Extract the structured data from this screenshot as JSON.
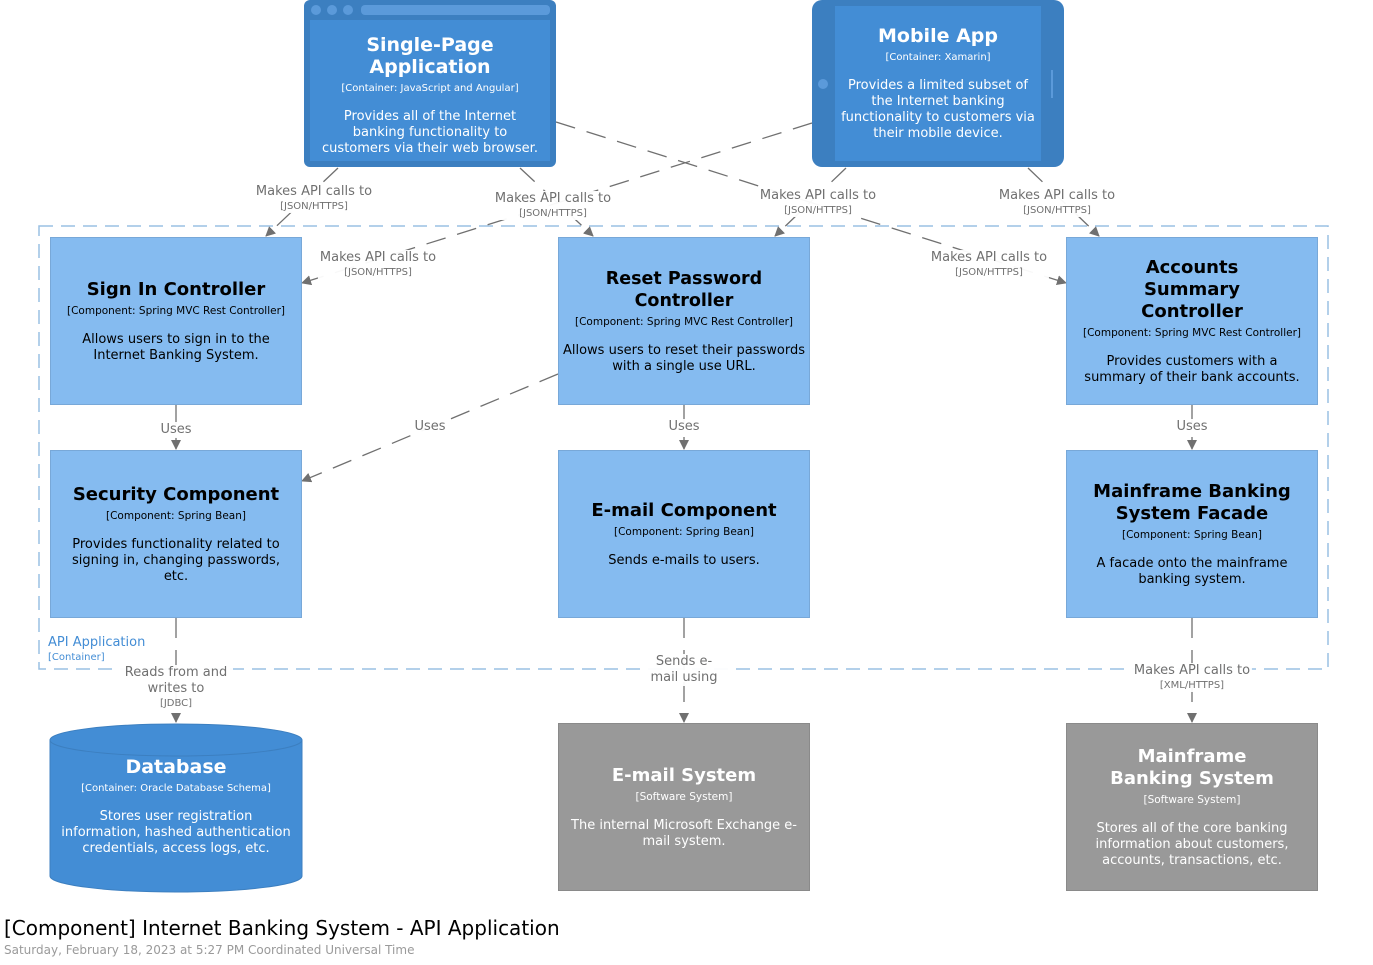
{
  "diagram": {
    "title": "[Component] Internet Banking System - API Application",
    "timestamp": "Saturday, February 18, 2023 at 5:27 PM Coordinated Universal Time",
    "boundary": {
      "name": "API Application",
      "kind": "[Container]"
    }
  },
  "colors": {
    "component_fill": "#85bbf0",
    "container_fill": "#438dd5",
    "external_fill": "#999999",
    "boundary_stroke": "#9ac0e3",
    "relationship": "#707070"
  },
  "elements": {
    "spa": {
      "name": "Single-Page Application",
      "tech": "[Container: JavaScript and Angular]",
      "desc": "Provides all of the Internet banking functionality to customers via their web browser."
    },
    "mobile": {
      "name": "Mobile App",
      "tech": "[Container: Xamarin]",
      "desc": "Provides a limited subset of the Internet banking functionality to customers via their mobile device."
    },
    "signin": {
      "name": "Sign In Controller",
      "tech": "[Component: Spring MVC Rest Controller]",
      "desc": "Allows users to sign in to the Internet Banking System."
    },
    "reset": {
      "name": "Reset Password Controller",
      "tech": "[Component: Spring MVC Rest Controller]",
      "desc": "Allows users to reset their passwords with a single use URL."
    },
    "accounts": {
      "name": "Accounts Summary Controller",
      "tech": "[Component: Spring MVC Rest Controller]",
      "desc": "Provides customers with a summary of their bank accounts."
    },
    "security": {
      "name": "Security Component",
      "tech": "[Component: Spring Bean]",
      "desc": "Provides functionality related to signing in, changing passwords, etc."
    },
    "email": {
      "name": "E-mail Component",
      "tech": "[Component: Spring Bean]",
      "desc": "Sends e-mails to users."
    },
    "facade": {
      "name": "Mainframe Banking System Facade",
      "tech": "[Component: Spring Bean]",
      "desc": "A facade onto the mainframe banking system."
    },
    "database": {
      "name": "Database",
      "tech": "[Container: Oracle Database Schema]",
      "desc": "Stores user registration information, hashed authentication credentials, access logs, etc."
    },
    "email_system": {
      "name": "E-mail System",
      "tech": "[Software System]",
      "desc": "The internal Microsoft Exchange e-mail system."
    },
    "mainframe": {
      "name": "Mainframe Banking System",
      "tech": "[Software System]",
      "desc": "Stores all of the core banking information about customers, accounts, transactions, etc."
    }
  },
  "relationships": {
    "spa_signin": {
      "label": "Makes API calls to",
      "tech": "[JSON/HTTPS]"
    },
    "spa_reset": {
      "label": "Makes API calls to",
      "tech": "[JSON/HTTPS]"
    },
    "spa_accounts": {
      "label": "Makes API calls to",
      "tech": "[JSON/HTTPS]"
    },
    "mobile_signin": {
      "label": "Makes API calls to",
      "tech": "[JSON/HTTPS]"
    },
    "mobile_reset": {
      "label": "Makes API calls to",
      "tech": "[JSON/HTTPS]"
    },
    "mobile_accounts": {
      "label": "Makes API calls to",
      "tech": "[JSON/HTTPS]"
    },
    "signin_security": {
      "label": "Uses"
    },
    "reset_security": {
      "label": "Uses"
    },
    "reset_email": {
      "label": "Uses"
    },
    "accounts_facade": {
      "label": "Uses"
    },
    "security_database": {
      "label": "Reads from and writes to",
      "tech": "[JDBC]"
    },
    "email_emailsystem": {
      "label": "Sends e-mail using"
    },
    "facade_mainframe": {
      "label": "Makes API calls to",
      "tech": "[XML/HTTPS]"
    }
  }
}
